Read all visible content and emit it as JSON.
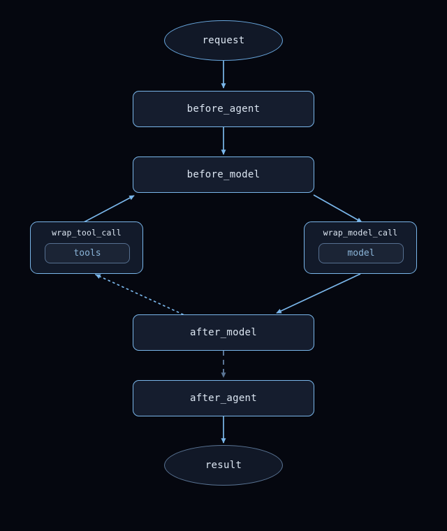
{
  "diagram": {
    "type": "flowchart",
    "direction": "top-down",
    "background_color": "#05070f",
    "colors": {
      "edge_solid": "#7ab6ea",
      "edge_dashed": "#5a7494",
      "edge_dotted": "#7ab6ea",
      "node_border_bright": "#7ab6ea",
      "node_border_dim": "#5a7494",
      "node_fill": "#151d2e",
      "inner_node_fill": "#1b2435",
      "label_text": "#dce6f2",
      "inner_label_text": "#8ab4d8"
    },
    "nodes": [
      {
        "id": "request",
        "label": "request",
        "shape": "ellipse",
        "style": "bright"
      },
      {
        "id": "before_agent",
        "label": "before_agent",
        "shape": "rounded-rect"
      },
      {
        "id": "before_model",
        "label": "before_model",
        "shape": "rounded-rect"
      },
      {
        "id": "wrap_tool_call",
        "label": "wrap_tool_call",
        "shape": "subgraph"
      },
      {
        "id": "tools",
        "label": "tools",
        "shape": "rounded-rect",
        "parent": "wrap_tool_call"
      },
      {
        "id": "wrap_model_call",
        "label": "wrap_model_call",
        "shape": "subgraph"
      },
      {
        "id": "model",
        "label": "model",
        "shape": "rounded-rect",
        "parent": "wrap_model_call"
      },
      {
        "id": "after_model",
        "label": "after_model",
        "shape": "rounded-rect"
      },
      {
        "id": "after_agent",
        "label": "after_agent",
        "shape": "rounded-rect"
      },
      {
        "id": "result",
        "label": "result",
        "shape": "ellipse",
        "style": "dim"
      }
    ],
    "edges": [
      {
        "from": "request",
        "to": "before_agent",
        "style": "solid"
      },
      {
        "from": "before_agent",
        "to": "before_model",
        "style": "solid"
      },
      {
        "from": "wrap_tool_call",
        "to": "before_model",
        "style": "solid"
      },
      {
        "from": "before_model",
        "to": "wrap_model_call",
        "style": "solid"
      },
      {
        "from": "wrap_model_call",
        "to": "after_model",
        "style": "solid"
      },
      {
        "from": "after_model",
        "to": "wrap_tool_call",
        "style": "dotted"
      },
      {
        "from": "after_model",
        "to": "after_agent",
        "style": "dashed"
      },
      {
        "from": "after_agent",
        "to": "result",
        "style": "solid"
      }
    ]
  }
}
